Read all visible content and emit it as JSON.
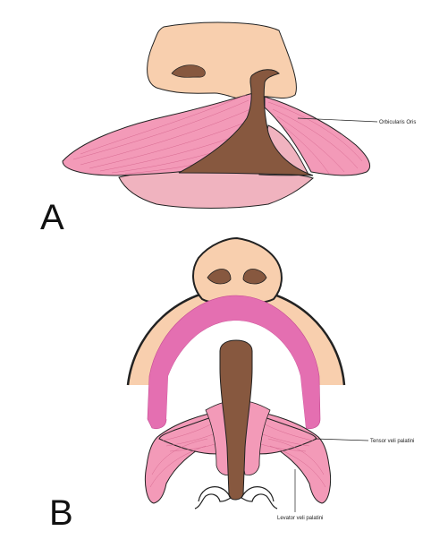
{
  "panels": [
    {
      "letter": "A",
      "callouts": [
        {
          "text": "Orbicularis Oris"
        }
      ]
    },
    {
      "letter": "B",
      "callouts": [
        {
          "text": "Tensor veli palatini"
        },
        {
          "text": "Levator veli palatini"
        }
      ]
    }
  ],
  "colors": {
    "skin": "#f8cfae",
    "muscle": "#f39ab8",
    "lip": "#f0b3bf",
    "dark": "#87583f",
    "magenta": "#e46fb1",
    "outline": "#222222"
  }
}
